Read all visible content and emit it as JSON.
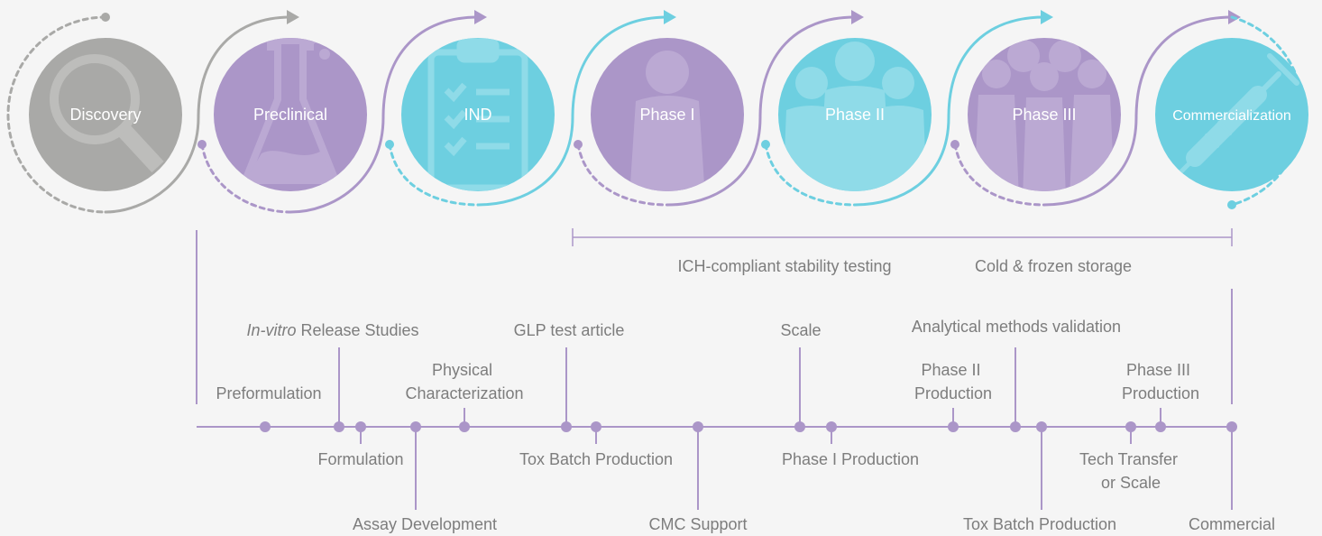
{
  "colors": {
    "background": "#f5f5f5",
    "gray": "#a9a9a7",
    "purple": "#ab96c8",
    "cyan": "#6dcfe0",
    "line": "#ab96c8",
    "text": "#7d7d7d"
  },
  "stages": [
    {
      "label": "Discovery",
      "color": "gray",
      "icon": "magnifier-icon"
    },
    {
      "label": "Preclinical",
      "color": "purple",
      "icon": "flask-icon"
    },
    {
      "label": "IND",
      "color": "cyan",
      "icon": "clipboard-icon"
    },
    {
      "label": "Phase I",
      "color": "purple",
      "icon": "person-icon"
    },
    {
      "label": "Phase II",
      "color": "cyan",
      "icon": "group-icon"
    },
    {
      "label": "Phase III",
      "color": "purple",
      "icon": "crowd-icon"
    },
    {
      "label": "Commercialization",
      "color": "cyan",
      "icon": "syringe-icon"
    }
  ],
  "bracket": {
    "labels": [
      "ICH-compliant stability testing",
      "Cold & frozen storage"
    ]
  },
  "timeline": {
    "above": [
      {
        "label": "Preformulation"
      },
      {
        "label_italic": "In-vitro",
        "label": " Release Studies"
      },
      {
        "label": "Physical Characterization"
      },
      {
        "label": "GLP test article"
      },
      {
        "label": "Scale"
      },
      {
        "label": "Analytical methods validation"
      },
      {
        "label": "Phase II Production"
      },
      {
        "label": "Phase III Production"
      }
    ],
    "below": [
      {
        "label": "Formulation"
      },
      {
        "label": "Assay Development"
      },
      {
        "label": "Tox Batch Production"
      },
      {
        "label": "CMC Support"
      },
      {
        "label": "Phase I Production"
      },
      {
        "label": "Tox Batch Production"
      },
      {
        "label": "Tech Transfer or Scale"
      },
      {
        "label": "Commercial"
      }
    ]
  }
}
